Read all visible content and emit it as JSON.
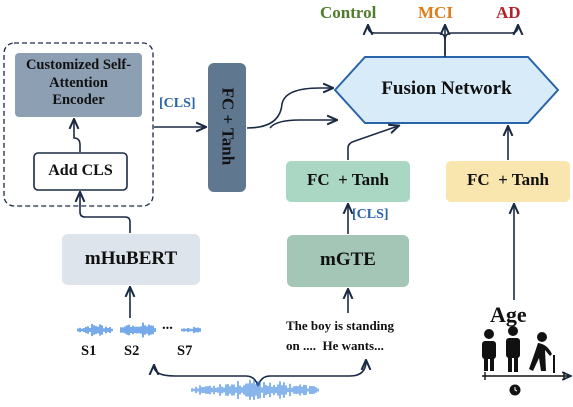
{
  "outputs": {
    "control": {
      "label": "Control",
      "color": "#4f7d2c"
    },
    "mci": {
      "label": "MCI",
      "color": "#e07b1a"
    },
    "ad": {
      "label": "AD",
      "color": "#b3222a"
    }
  },
  "fusion_network": {
    "label": "Fusion Network",
    "fill": "#d7ebf9",
    "stroke": "#2a64a8"
  },
  "encoder_group": {
    "encoder_label": "Customized Self-Attention Encoder",
    "add_cls_label": "Add CLS"
  },
  "audio_path": {
    "cls_token_label": "[CLS]",
    "fc_tanh_label": "FC + Tanh",
    "mhubert_label": "mHuBERT",
    "segments": [
      "S1",
      "S2",
      "S7"
    ],
    "ellipsis": "..."
  },
  "text_path": {
    "fc_tanh_label": "FC  + Tanh",
    "cls_token_label": "[CLS]",
    "mgte_label": "mGTE",
    "transcript_line1": "The boy is standing",
    "transcript_line2": "on ....  He wants..."
  },
  "age_path": {
    "fc_tanh_label": "FC  + Tanh",
    "age_label": "Age"
  },
  "colors": {
    "arrow": "#1a2a44",
    "accent_blue": "#2a64a8",
    "fc_audio_fill": "#60788f",
    "fc_text_fill": "#a9d7c4",
    "fc_age_fill": "#f8e6ae",
    "mhubert_fill": "#dde4ec",
    "mgte_fill": "#a3c6b6",
    "encoder_fill": "#8d9fb3",
    "waveform": "#3a86e0"
  }
}
